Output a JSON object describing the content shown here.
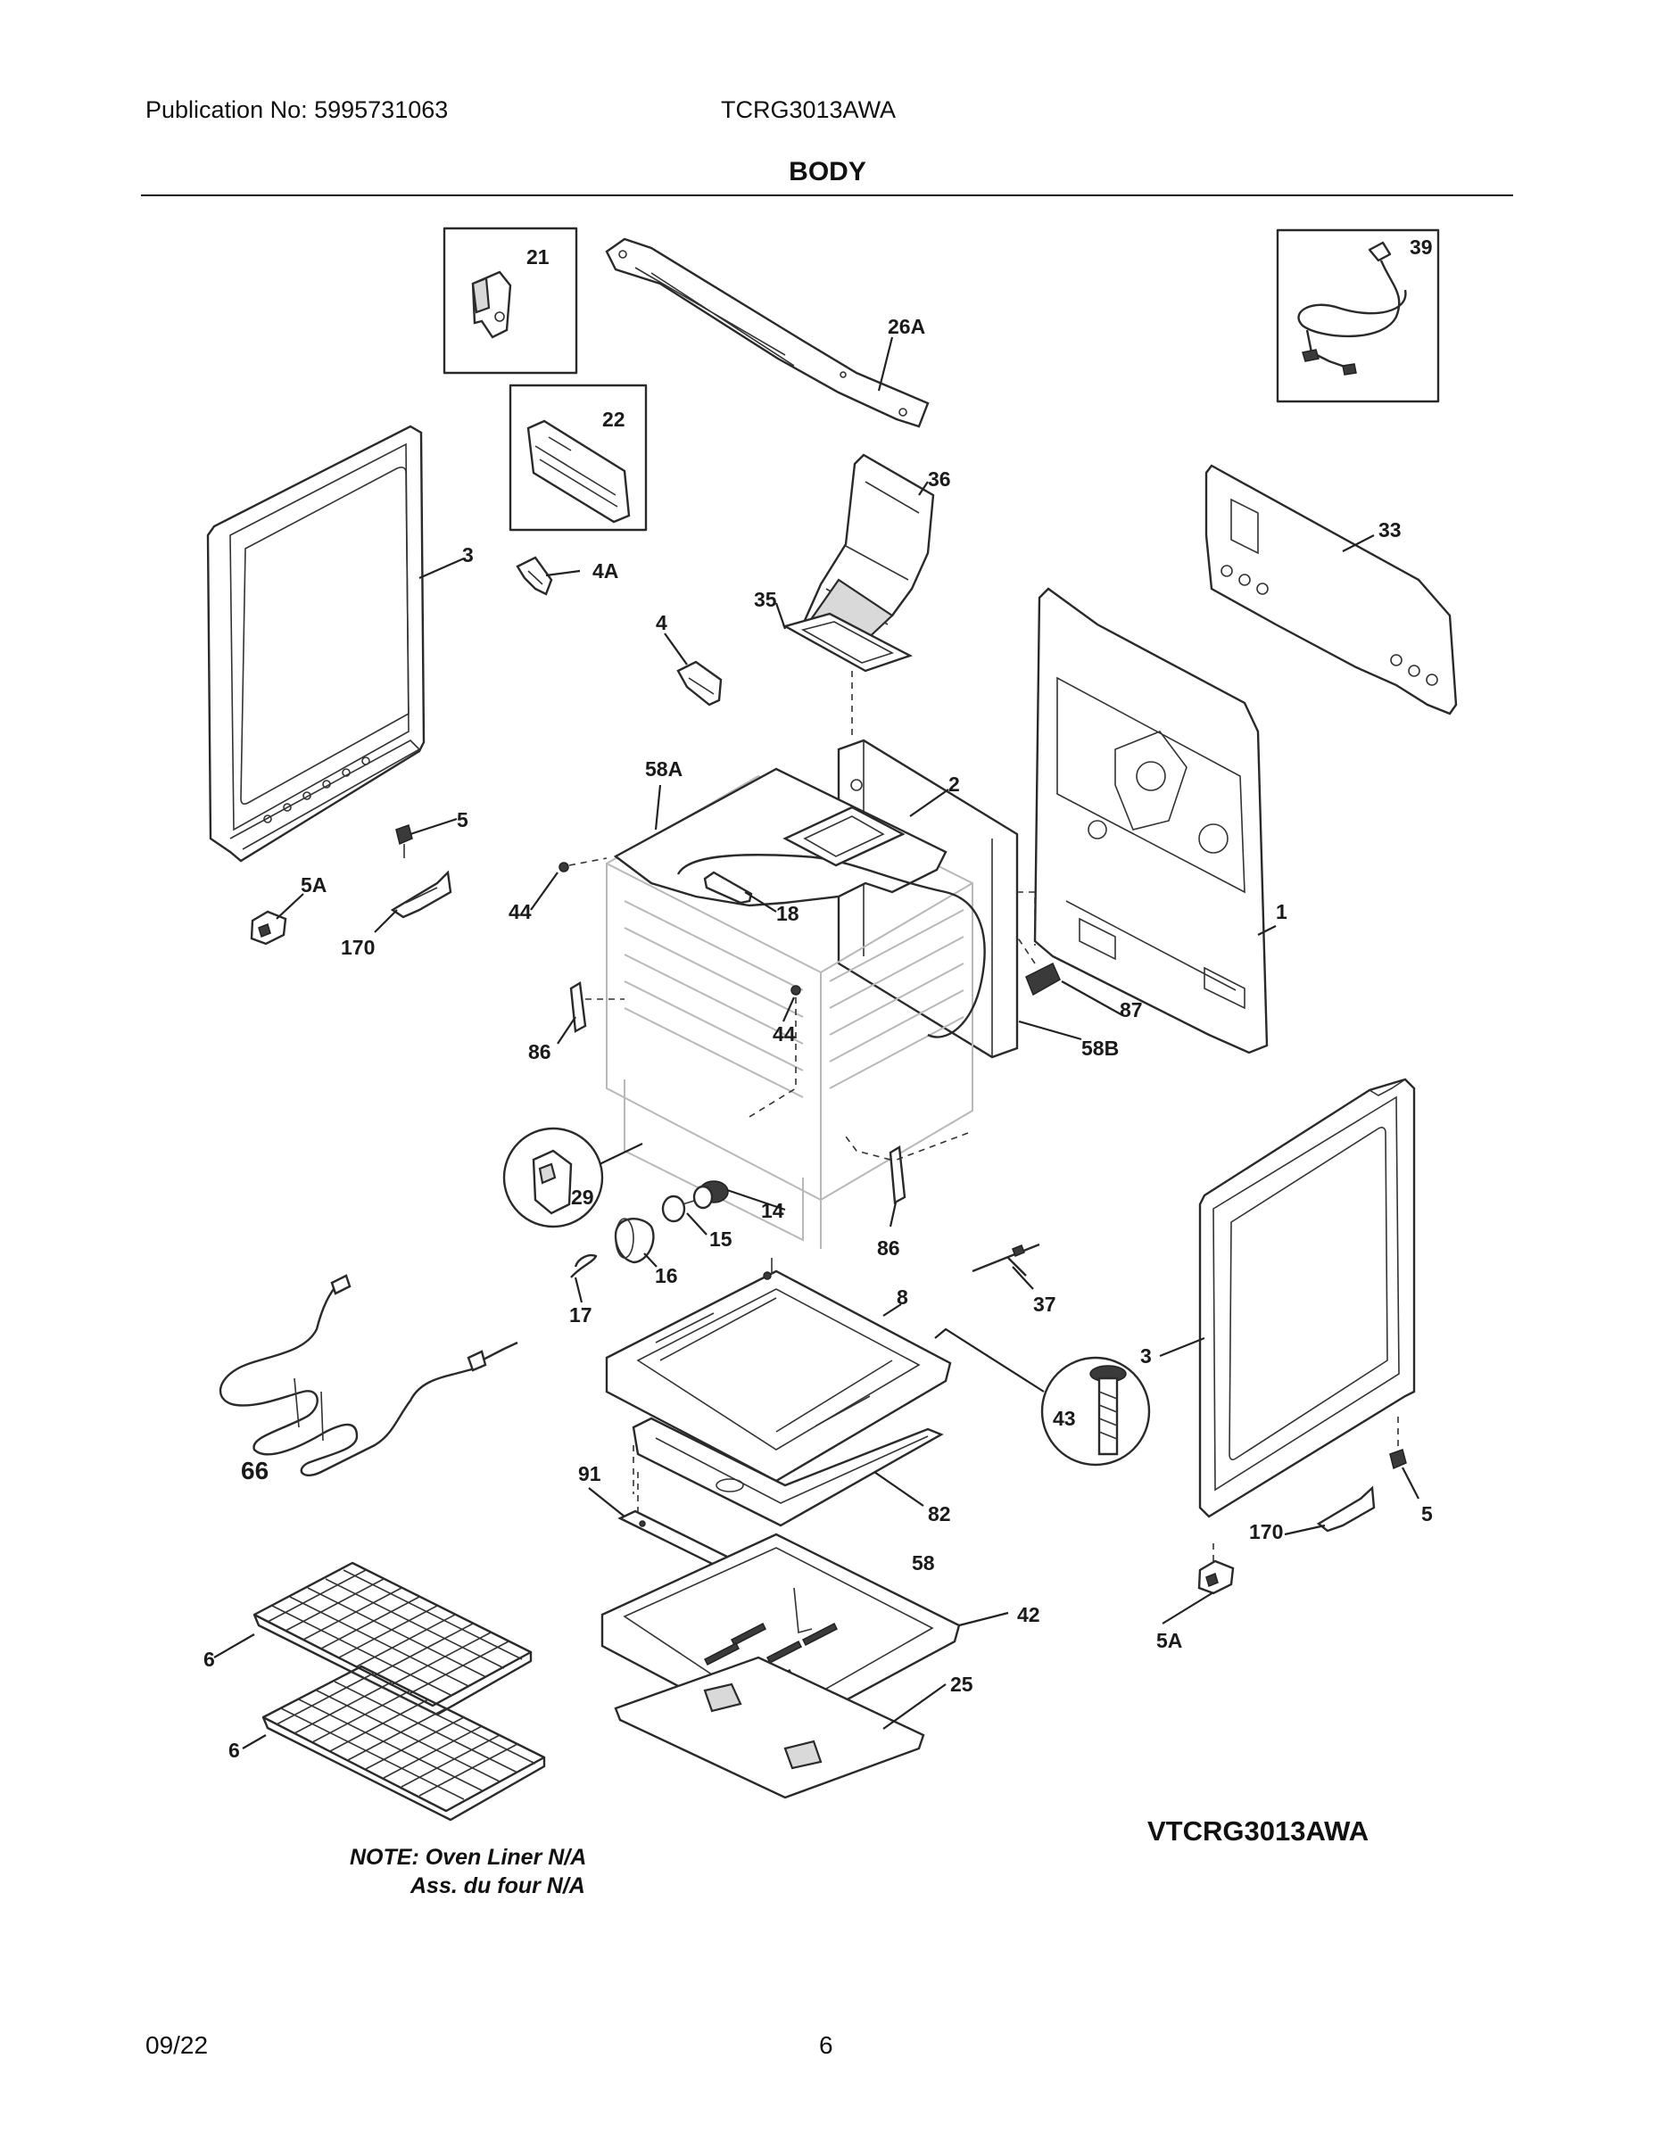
{
  "header": {
    "publication": "Publication No: 5995731063",
    "model": "TCRG3013AWA",
    "title": "BODY"
  },
  "parts": [
    {
      "key": "p21",
      "label": "21"
    },
    {
      "key": "p26a",
      "label": "26A"
    },
    {
      "key": "p39",
      "label": "39"
    },
    {
      "key": "p22",
      "label": "22"
    },
    {
      "key": "p36",
      "label": "36"
    },
    {
      "key": "p3a",
      "label": "3"
    },
    {
      "key": "p4a",
      "label": "4A"
    },
    {
      "key": "p33",
      "label": "33"
    },
    {
      "key": "p35",
      "label": "35"
    },
    {
      "key": "p4",
      "label": "4"
    },
    {
      "key": "p58a",
      "label": "58A"
    },
    {
      "key": "p2",
      "label": "2"
    },
    {
      "key": "p5a",
      "label": "5"
    },
    {
      "key": "p5aa",
      "label": "5A"
    },
    {
      "key": "p44a",
      "label": "44"
    },
    {
      "key": "p18",
      "label": "18"
    },
    {
      "key": "p1",
      "label": "1"
    },
    {
      "key": "p170a",
      "label": "170"
    },
    {
      "key": "p87",
      "label": "87"
    },
    {
      "key": "p86a",
      "label": "86"
    },
    {
      "key": "p44b",
      "label": "44"
    },
    {
      "key": "p58b",
      "label": "58B"
    },
    {
      "key": "p29",
      "label": "29"
    },
    {
      "key": "p14",
      "label": "14"
    },
    {
      "key": "p15",
      "label": "15"
    },
    {
      "key": "p86b",
      "label": "86"
    },
    {
      "key": "p16",
      "label": "16"
    },
    {
      "key": "p17",
      "label": "17"
    },
    {
      "key": "p8",
      "label": "8"
    },
    {
      "key": "p37",
      "label": "37"
    },
    {
      "key": "p3b",
      "label": "3"
    },
    {
      "key": "p43",
      "label": "43"
    },
    {
      "key": "p66",
      "label": "66"
    },
    {
      "key": "p91",
      "label": "91"
    },
    {
      "key": "p82",
      "label": "82"
    },
    {
      "key": "p5b",
      "label": "5"
    },
    {
      "key": "p170b",
      "label": "170"
    },
    {
      "key": "p58",
      "label": "58"
    },
    {
      "key": "p42",
      "label": "42"
    },
    {
      "key": "p5ab",
      "label": "5A"
    },
    {
      "key": "p6a",
      "label": "6"
    },
    {
      "key": "p25",
      "label": "25"
    },
    {
      "key": "p6b",
      "label": "6"
    }
  ],
  "diagram_id": "VTCRG3013AWA",
  "note": {
    "line1": "NOTE: Oven Liner N/A",
    "line2": "Ass. du four N/A"
  },
  "footer": {
    "date": "09/22",
    "page": "6"
  }
}
